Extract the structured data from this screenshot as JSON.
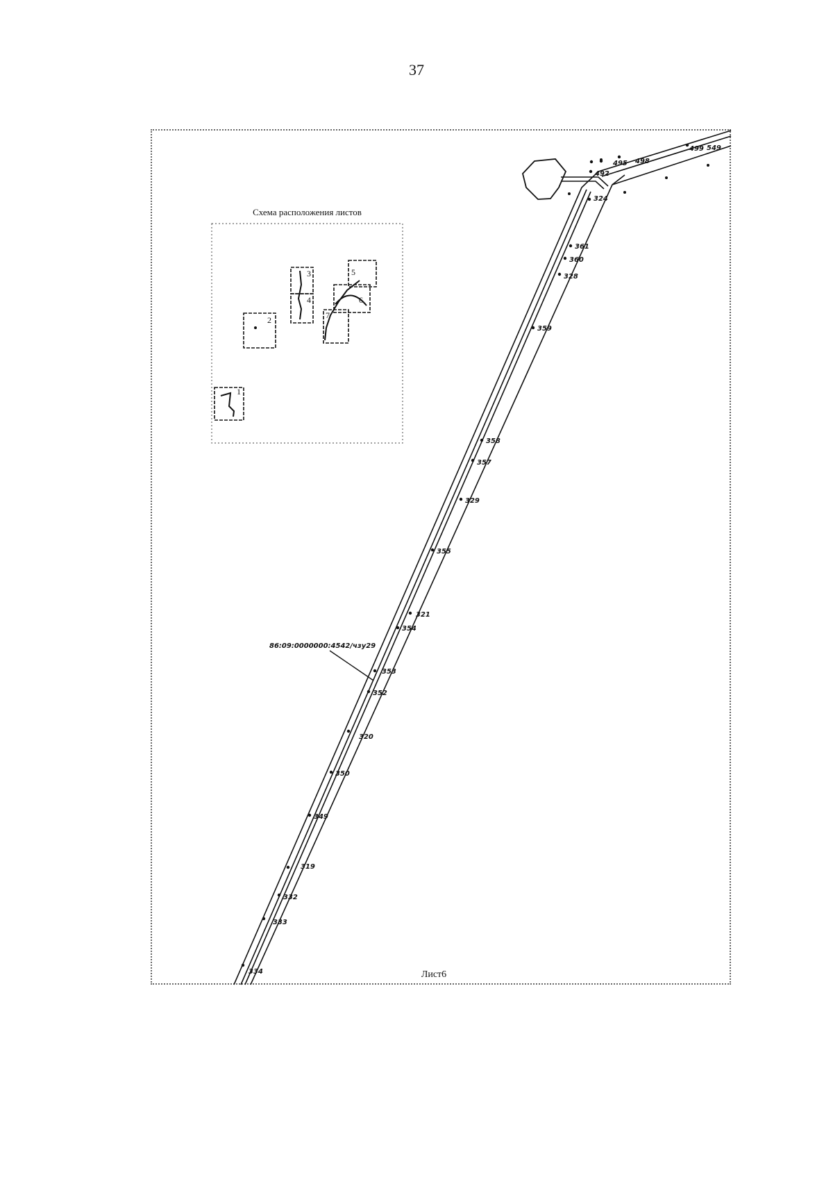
{
  "page_number": "37",
  "inset": {
    "title": "Схема расположения листов",
    "sheets": [
      "1",
      "2",
      "3",
      "4",
      "5",
      "6",
      "7"
    ]
  },
  "sheet_label": "Лист6",
  "cadastral_label": "86:09:0000000:4542/чзу29",
  "points": [
    {
      "id": "495"
    },
    {
      "id": "498"
    },
    {
      "id": "499"
    },
    {
      "id": "549"
    },
    {
      "id": "492"
    },
    {
      "id": "324"
    },
    {
      "id": "361"
    },
    {
      "id": "360"
    },
    {
      "id": "328"
    },
    {
      "id": "359"
    },
    {
      "id": "358"
    },
    {
      "id": "357"
    },
    {
      "id": "329"
    },
    {
      "id": "355"
    },
    {
      "id": "321"
    },
    {
      "id": "354"
    },
    {
      "id": "353"
    },
    {
      "id": "352"
    },
    {
      "id": "320"
    },
    {
      "id": "350"
    },
    {
      "id": "349"
    },
    {
      "id": "319"
    },
    {
      "id": "332"
    },
    {
      "id": "333"
    },
    {
      "id": "334"
    }
  ],
  "colors": {
    "line": "#111111",
    "frame": "#666666"
  }
}
